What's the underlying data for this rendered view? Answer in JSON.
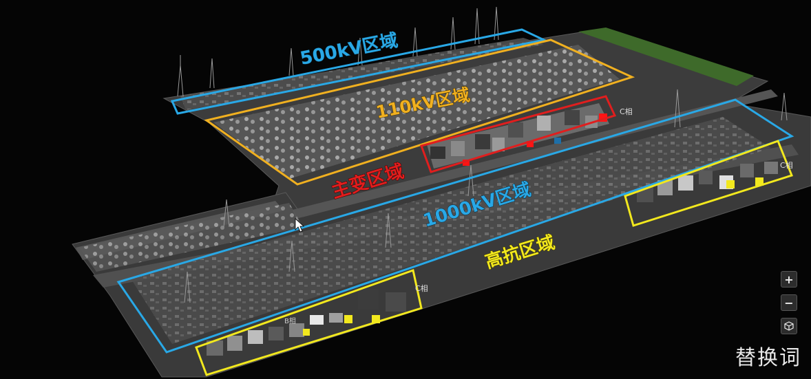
{
  "zones": {
    "z500kv": {
      "label": "500kV区域",
      "color": "#29a8e6"
    },
    "z110kv": {
      "label": "110kV区域",
      "color": "#f0b020"
    },
    "zmain": {
      "label": "主变区域",
      "color": "#e01e1e"
    },
    "z1000kv": {
      "label": "1000kV区域",
      "color": "#29a8e6"
    },
    "zreactor": {
      "label": "高抗区域",
      "color": "#f2e81e"
    }
  },
  "tags": {
    "tag_main": "C相",
    "tag_right": "C相",
    "tag_left": "C相",
    "tag_left2": "B相"
  },
  "controls": {
    "zoom_in": "+",
    "zoom_out": "−"
  },
  "watermark": "替换词"
}
